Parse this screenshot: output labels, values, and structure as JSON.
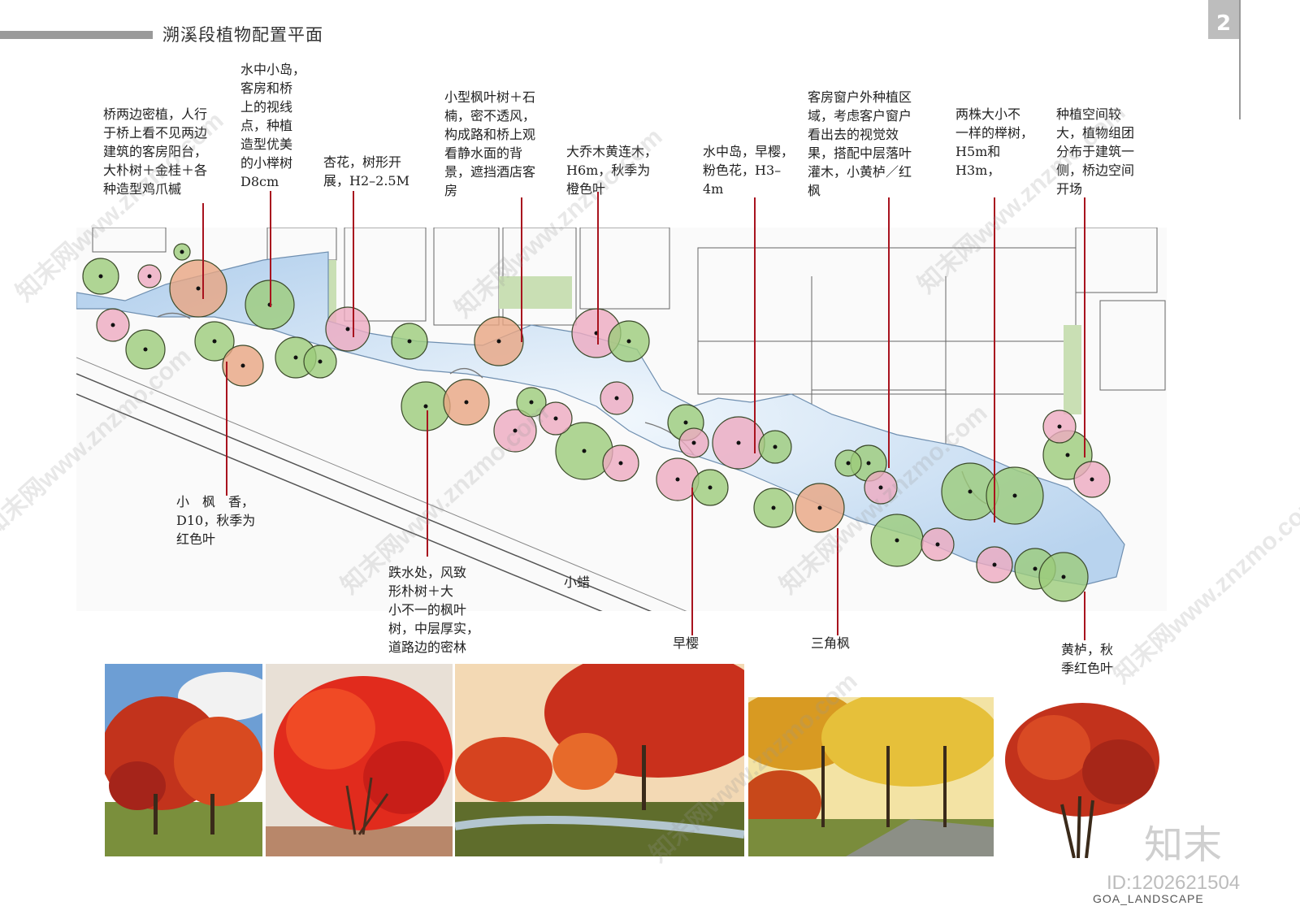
{
  "header": {
    "title": "溯溪段植物配置平面",
    "page_number": "2"
  },
  "notes": {
    "n1": "桥两边密植，人行\n于桥上看不见两边\n建筑的客房阳台，\n大朴树＋金桂＋各\n种造型鸡爪槭",
    "n2": "水中小岛，\n客房和桥\n上的视线\n点，种植\n造型优美\n的小榉树\nD8cm",
    "n3": "杏花，树形开\n展，H2–2.5M",
    "n4": "小型枫叶树＋石\n楠，密不透风，\n构成路和桥上观\n看静水面的背\n景，遮挡酒店客\n房",
    "n5": "大乔木黄连木，\nH6m，秋季为\n橙色叶",
    "n6": "水中岛，早樱，\n粉色花，H3–\n4m",
    "n7": "客房窗户外种植区\n域，考虑客户窗户\n看出去的视觉效\n果，搭配中层落叶\n灌木，小黄栌／红\n枫",
    "n8": "两株大小不\n一样的榉树，\nH5m和H3m，",
    "n9": "种植空间较\n大，植物组团\n分布于建筑一\n侧，桥边空间\n开场",
    "b1": "小　枫　香，\nD10，秋季为\n红色叶",
    "b2": "跌水处，风致\n形朴树＋大\n小不一的枫叶\n树，中层厚实，\n道路边的密林",
    "b3": "小蜡",
    "b4": "早樱",
    "b5": "三角枫",
    "b6": "黄栌，秋\n季红色叶"
  },
  "footer": {
    "brand": "GOA_LANDSCAPE",
    "id": "ID:1202621504",
    "logo": "知末"
  },
  "watermark": {
    "text": "知末网www.znzmo.com"
  },
  "colors": {
    "water": "#b8d3ee",
    "tree_green": "#9ccc7a",
    "tree_pink": "#eeaac0",
    "tree_orange": "#e9a582",
    "leader": "#a8131e",
    "grass": "#c9dfb4"
  }
}
